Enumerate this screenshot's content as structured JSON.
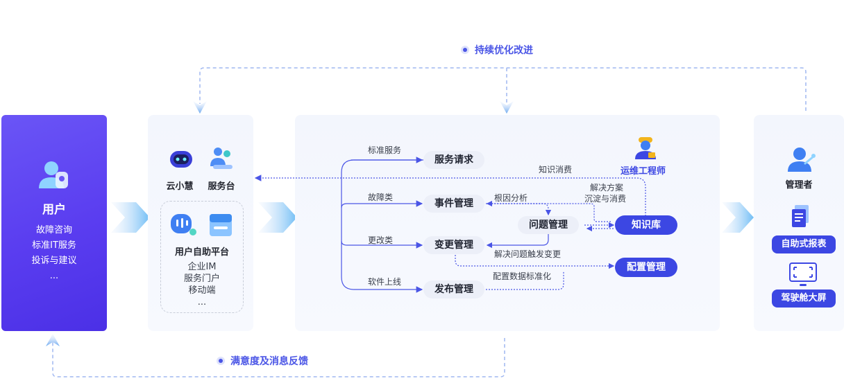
{
  "top_loop": {
    "label": "持续优化改进"
  },
  "bottom_loop": {
    "label": "满意度及消息反馈"
  },
  "user": {
    "title": "用户",
    "lines": [
      "故障咨询",
      "标准IT服务",
      "投诉与建议",
      "..."
    ]
  },
  "service_panel": {
    "bot_label": "云小慧",
    "desk_label": "服务台",
    "self_service": {
      "title": "用户自助平台",
      "lines": [
        "企业IM",
        "服务门户",
        "移动端",
        "..."
      ]
    }
  },
  "process": {
    "engineer_label": "运维工程师",
    "nodes": {
      "service_request": "服务请求",
      "incident": "事件管理",
      "problem": "问题管理",
      "change": "变更管理",
      "release": "发布管理",
      "knowledge": "知识库",
      "config": "配置管理"
    },
    "labels": {
      "standard_service": "标准服务",
      "fault_type": "故障类",
      "change_type": "更改类",
      "software_release": "软件上线",
      "knowledge_consume": "知识消费",
      "root_cause": "根因分析",
      "solution": "解决方案",
      "settle_consume": "沉淀与消费",
      "resolve_trigger": "解决问题触发变更",
      "config_std": "配置数据标准化"
    }
  },
  "manager_panel": {
    "title": "管理者",
    "buttons": [
      "自助式报表",
      "驾驶舱大屏"
    ]
  },
  "colors": {
    "accent": "#3c47e3",
    "user_bg": "#5a3df0",
    "loop_dash": "#9fb7f1",
    "arrow": "#4a55e6"
  }
}
